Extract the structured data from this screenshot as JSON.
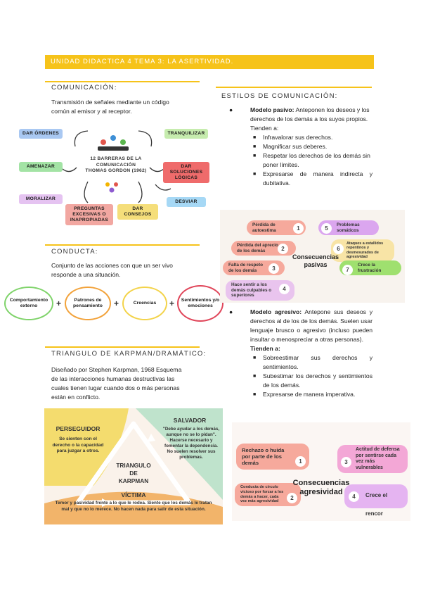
{
  "banner": {
    "title": "UNIDAD DIDACTICA 4 TEMA 3: LA ASERTIVIDAD."
  },
  "comunicacion": {
    "title": "COMUNICACIÓN:",
    "text_1": "Transmisión de señales mediante un código",
    "text_2": "común al emisor y al receptor.",
    "barreras": {
      "center_1": "12 BARRERAS DE LA",
      "center_2": "COMUNICACIÓN",
      "center_3": "THOMAS GORDON (1962)",
      "items": [
        "DAR ÓRDENES",
        "TRANQUILIZAR",
        "AMENAZAR",
        "DAR SOLUCIONES LÓGICAS",
        "MORALIZAR",
        "DESVIAR",
        "PREGUNTAS EXCESIVAS O INAPROPIADAS",
        "DAR CONSEJOS"
      ]
    }
  },
  "conducta": {
    "title": "CONDUCTA:",
    "text_1": "Conjunto de las acciones con que un ser vivo",
    "text_2": "responde a una situación.",
    "items": [
      "Comportamiento externo",
      "Patrones de pensamiento",
      "Creencias",
      "Sentimientos y/o emociones"
    ],
    "plus": "+"
  },
  "karpman": {
    "title": "TRIANGULO DE KARPMAN/DRAMÁTICO:",
    "text_1": "Diseñado por Stephen Karpman, 1968 Esquema",
    "text_2": "de las interacciones humanas destructivas las",
    "text_3": "cuales tienen lugar cuando dos o más personas",
    "text_4": "están en conflicto.",
    "center": "TRIANGULO DE KARPMAN",
    "perseguidor": {
      "name": "PERSEGUIDOR",
      "desc": "Se sienten con el derecho o la capacidad para juzgar a otros."
    },
    "salvador": {
      "name": "SALVADOR",
      "desc": "\"Debe ayudar a los demás, aunque no se lo pidan\". Hacerse necesario y fomentar la dependencia. No suelen resolver sus problemas."
    },
    "victima": {
      "name": "VÍCTIMA",
      "desc": "Temor y pasividad frente a lo que le rodea. Siente que los demás le tratan mal y que no lo merece. No hacen nada para salir de esta situación."
    }
  },
  "estilos": {
    "title": "ESTILOS DE COMUNICACIÓN:",
    "pasivo": {
      "bullet": "●",
      "label": "Modelo pasivo:",
      "text": "Anteponen los deseos y los derechos de los demás a los suyos propios.",
      "tienden": "Tienden a:",
      "sub_marker": "■",
      "items": [
        "Infravalorar sus derechos.",
        "Magnificar sus deberes.",
        "Respetar los derechos de los demás sin poner límites.",
        "Expresarse de manera indirecta y dubitativa."
      ]
    },
    "agresivo": {
      "bullet": "●",
      "label": "Modelo agresivo:",
      "text": "Antepone sus deseos y derechos al de los de los demás. Suelen usar lenguaje brusco o agresivo (incluso pueden insultar o menospreciar a otras personas).",
      "tienden": "Tienden a:",
      "sub_marker": "■",
      "items": [
        "Sobreestimar sus derechos y sentimientos.",
        "Subestimar los derechos y sentimientos de los demás.",
        "Expresarse de manera imperativa."
      ]
    }
  },
  "consecuencias_pasivas": {
    "title_1": "Consecuencias",
    "title_2": "pasivas",
    "items": [
      {
        "num": "1",
        "text": "Pérdida de autoestima"
      },
      {
        "num": "2",
        "text": "Pérdida del aprecio de los demás"
      },
      {
        "num": "3",
        "text": "Falta de respeto de los demás"
      },
      {
        "num": "4",
        "text": "Hace sentir a los demás culpables o superiores"
      },
      {
        "num": "5",
        "text": "Problemas somáticos"
      },
      {
        "num": "6",
        "text": "Ataques a estallidos repentinos y desmesurados de agresividad"
      },
      {
        "num": "7",
        "text": "Crece la frustración"
      }
    ]
  },
  "consecuencias_agresividad": {
    "title_1": "Consecuencias",
    "title_2": "agresividad",
    "items": [
      {
        "num": "1",
        "text": "Rechazo o huida por parte de los demás"
      },
      {
        "num": "2",
        "text": "Conducta de círculo vicioso por forzar a los demás a hacer, cada vez más agresividad"
      },
      {
        "num": "3",
        "text": "Actitud de defensa por sentirse cada vez más vulnerables"
      },
      {
        "num": "4",
        "text": "Crece el rencor"
      }
    ]
  }
}
